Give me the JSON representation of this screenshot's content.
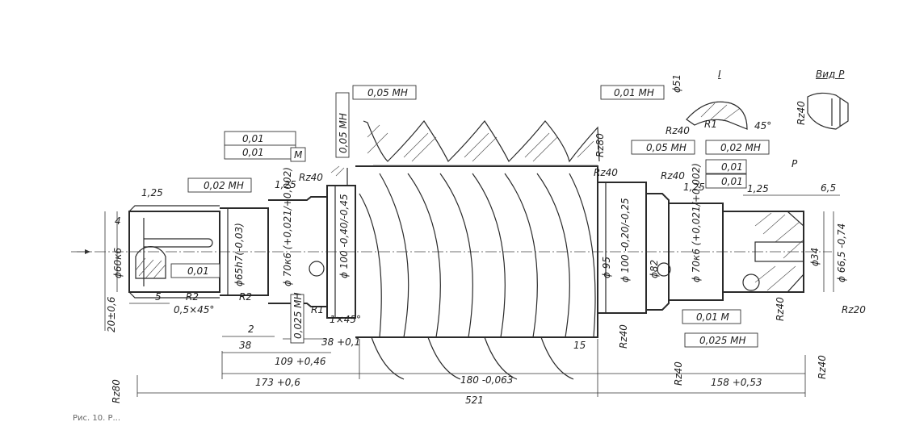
{
  "drawing": {
    "view_label": "Вид Р",
    "detail_label": "I",
    "arrow_p": "Р",
    "datum_m": "М",
    "caption": "Рис. 10. Р..."
  },
  "tolerances": {
    "t_runout_005_top": "0,05 МН",
    "t_perp_001": "0,01 МН",
    "t_runout_005_vert": "0,05 МН",
    "t_circ_001": "0,01",
    "t_cyl_001": "0,01",
    "t_runout_002_left": "0,02 МН",
    "t_sym_001": "0,01",
    "t_runout_0025_left": "0,025 МН",
    "t_runout_005_right": "0,05 МН",
    "t_runout_002_right": "0,02 МН",
    "t_circ_001_r": "0,01",
    "t_cyl_001_r": "0,01",
    "t_runout_001_m": "0,01 М",
    "t_runout_0025_right": "0,025 МН"
  },
  "dimensions": {
    "d60": "ϕ60к6",
    "d65": "ϕ65h7(-0,03)",
    "d70_left": "ϕ 70к6 (+0,021/+0,002)",
    "d100_left": "ϕ 100 -0,40/-0,45",
    "d95": "ϕ 95",
    "d100_right": "ϕ 100 -0,20/-0,25",
    "d82": "ϕ82",
    "d70_right": "ϕ 70к6 (+0,021/+0,002)",
    "d34": "ϕ34",
    "d66": "ϕ 66,5 -0,74",
    "d51": "ϕ51",
    "len_521": "521",
    "len_173": "173 +0,6",
    "len_180": "180 -0,063",
    "len_158": "158 +0,53",
    "len_109": "109 +0,46",
    "len_38a": "38",
    "len_38b": "38 +0,1",
    "len_2": "2",
    "len_4": "4",
    "len_5": "5",
    "len_15": "15",
    "len_6_5": "6,5",
    "len_20": "20±0,6",
    "r2a": "R2",
    "r2b": "R2",
    "r1": "R1",
    "r1_detail": "R1",
    "chamfer_1": "0,5×45°",
    "chamfer_2": "1×45°",
    "angle_45": "45°",
    "rough_125a": "1,25",
    "rough_125b": "1,25",
    "rough_125c": "1,25",
    "rough_125d": "1,25",
    "rz40_a": "Rz40",
    "rz40_b": "Rz40",
    "rz40_c": "Rz40",
    "rz40_d": "Rz40",
    "rz40_e": "Rz40",
    "rz40_f": "Rz40",
    "rz40_g": "Rz40",
    "rz40_h": "Rz40",
    "rz40_i": "Rz40",
    "rz80_a": "Rz80",
    "rz80_b": "Rz80",
    "rz20": "Rz20"
  }
}
